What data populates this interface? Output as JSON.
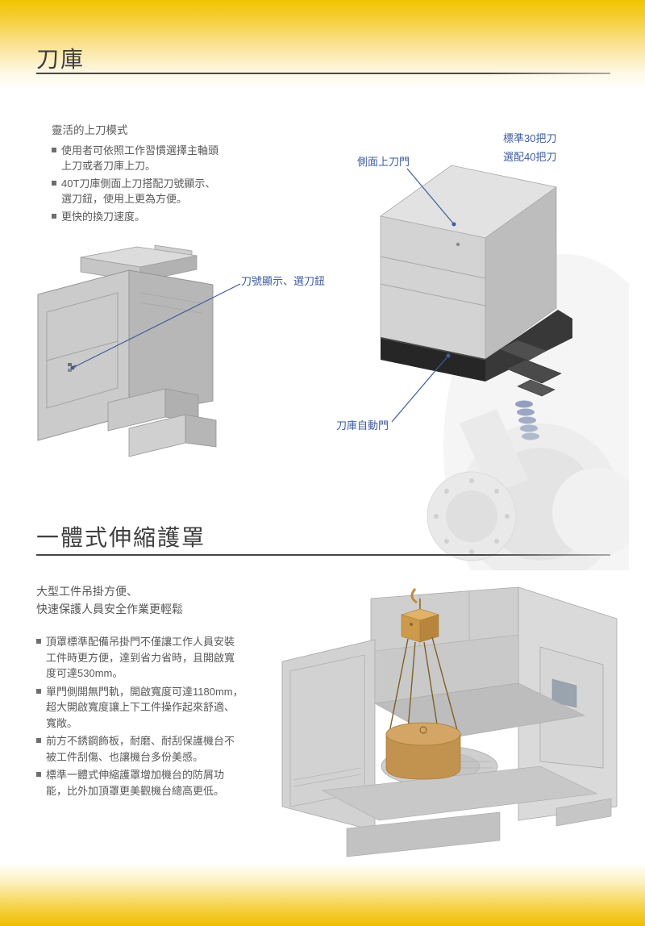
{
  "colors": {
    "accent_yellow": "#F1C400",
    "yellow_deep": "#EFBD00",
    "label_blue": "#3D5C9E",
    "body_text": "#595959",
    "heading_text": "#3F3F3F"
  },
  "section1": {
    "title": "刀庫",
    "heading": "靈活的上刀模式",
    "bullets": [
      "使用者可依照工作習慣選擇主軸頭上刀或者刀庫上刀。",
      "40T刀庫側面上刀搭配刀號顯示、選刀鈕，使用上更為方便。",
      "更快的換刀速度。"
    ],
    "labels": {
      "capacity_standard": "標準30把刀",
      "capacity_optional": "選配40把刀",
      "side_loading_door": "側面上刀門",
      "tool_number_display": "刀號顯示、選刀鈕",
      "magazine_auto_door": "刀庫自動門"
    }
  },
  "section2": {
    "title": "一體式伸縮護罩",
    "intro_line1": "大型工件吊掛方便、",
    "intro_line2": "快速保護人員安全作業更輕鬆",
    "bullets": [
      "頂罩標準配備吊掛門不僅讓工作人員安裝工件時更方便，達到省力省時，且開啟寬度可達530mm。",
      "單門側開無門軌，開啟寬度可達1180mm，超大開啟寬度讓上下工件操作起來舒適、寬敞。",
      "前方不銹鋼飾板，耐磨、耐刮保護機台不被工件刮傷、也讓機台多份美感。",
      "標準一體式伸縮護罩增加機台的防屑功能，比外加頂罩更美觀機台總高更低。"
    ]
  }
}
